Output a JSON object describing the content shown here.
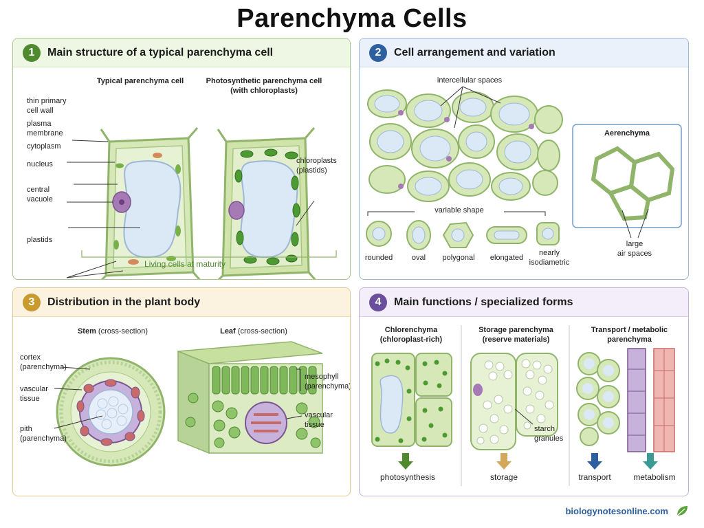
{
  "title": "Parenchyma Cells",
  "panel1": {
    "number": "1",
    "title": "Main structure of a typical parenchyma cell",
    "cell_a_title": "Typical parenchyma cell",
    "cell_b_title": "Photosynthetic parenchyma cell",
    "cell_b_subtitle": "(with chloroplasts)",
    "labels": [
      "thin primary",
      "cell wall",
      "plasma",
      "membrane",
      "cytoplasm",
      "nucleus",
      "central",
      "vacuole",
      "plastids"
    ],
    "chloro_label_1": "chloroplasts",
    "chloro_label_2": "(plastids)",
    "caption": "Living cells at maturity"
  },
  "panel2": {
    "number": "2",
    "title": "Cell arrangement and variation",
    "intercellular": "intercellular spaces",
    "variable_shape": "variable shape",
    "shapes": [
      "rounded",
      "oval",
      "polygonal",
      "elongated",
      "nearly",
      "isodiametric"
    ],
    "aerenchyma": "Aerenchyma",
    "air_1": "large",
    "air_2": "air spaces"
  },
  "panel3": {
    "number": "3",
    "title": "Distribution in the plant body",
    "stem_title": "Stem",
    "stem_sub": "(cross-section)",
    "leaf_title": "Leaf",
    "leaf_sub": "(cross-section)",
    "cortex_1": "cortex",
    "cortex_2": "(parenchyma)",
    "vascular_1": "vascular",
    "vascular_2": "tissue",
    "pith_1": "pith",
    "pith_2": "(parenchyma)",
    "meso_1": "mesophyll",
    "meso_2": "(parenchyma)",
    "leaf_vasc_1": "vascular",
    "leaf_vasc_2": "tissue"
  },
  "panel4": {
    "number": "4",
    "title": "Main functions / specialized forms",
    "col1_title_1": "Chlorenchyma",
    "col1_title_2": "(chloroplast-rich)",
    "col2_title_1": "Storage parenchyma",
    "col2_title_2": "(reserve materials)",
    "col3_title_1": "Transport / metabolic",
    "col3_title_2": "parenchyma",
    "starch_1": "starch",
    "starch_2": "granules",
    "func_photo": "photosynthesis",
    "func_storage": "storage",
    "func_transport": "transport",
    "func_metab": "metabolism",
    "arrow_colors": [
      "#4f8a2f",
      "#d4a85a",
      "#2e5f9e",
      "#3a9a94"
    ]
  },
  "footer": "biologynotesonline.com"
}
